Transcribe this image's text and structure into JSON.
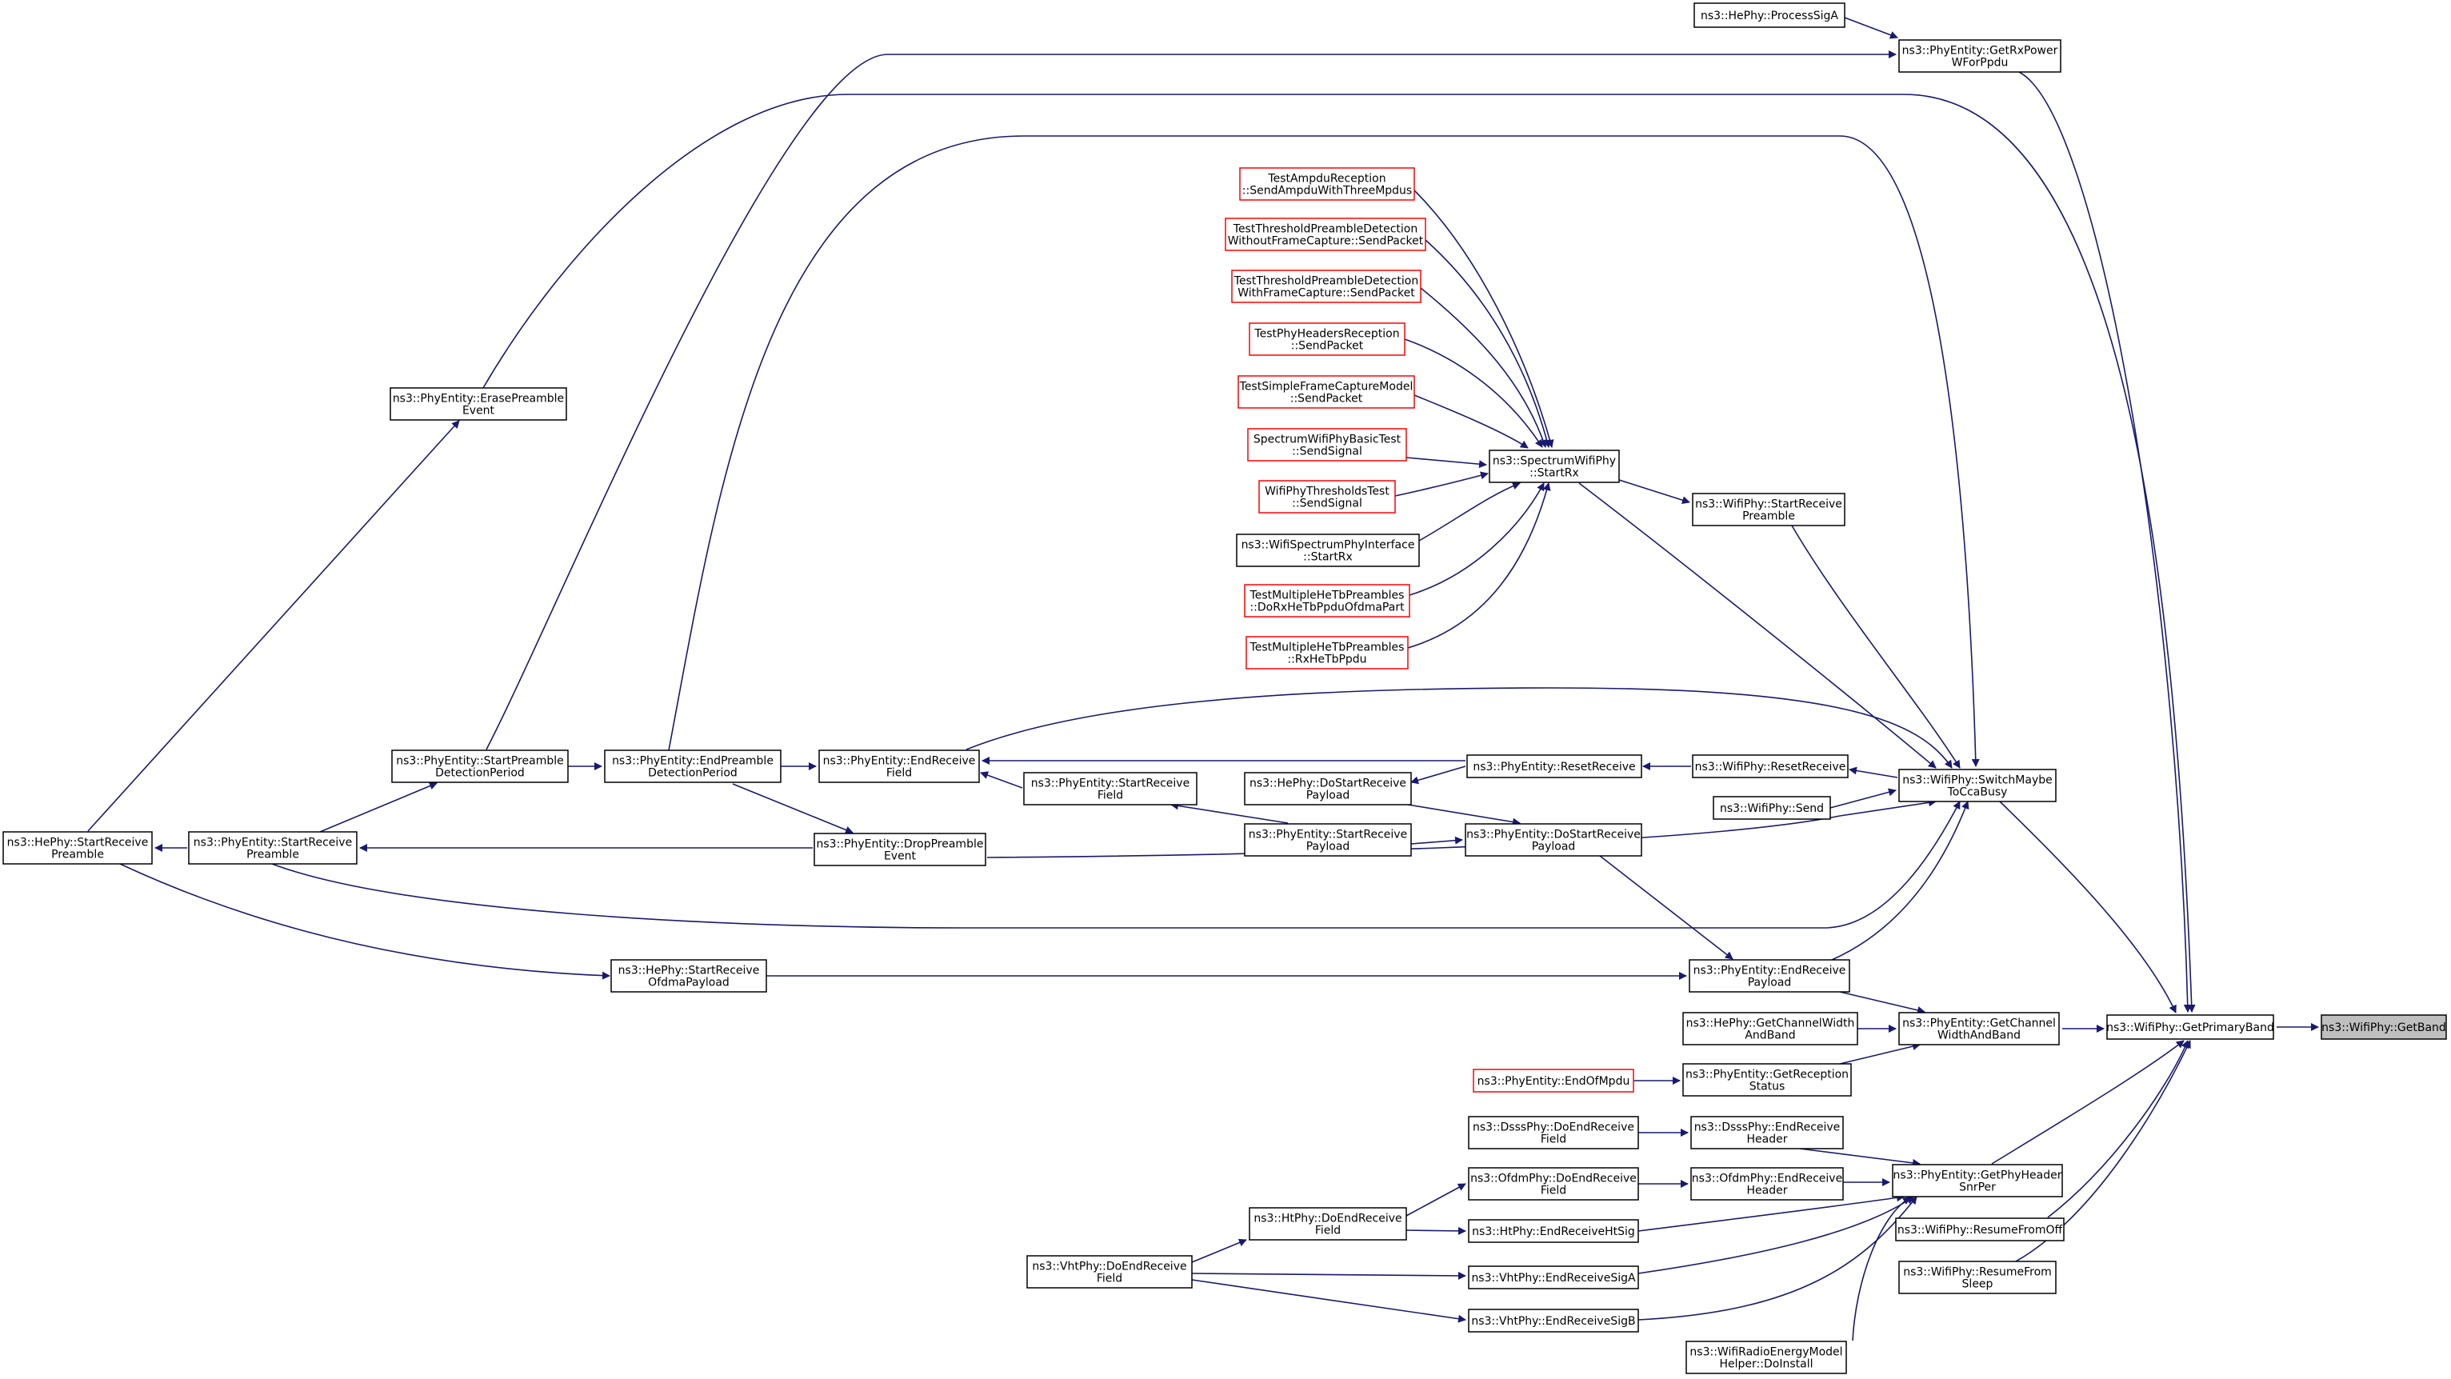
{
  "colors": {
    "edge": "#191970",
    "node_border": "#000000",
    "node_border_external": "#ff0000",
    "focus_fill": "#bfbfbf"
  },
  "nodes": [
    {
      "id": "getband",
      "lines": [
        "ns3::WifiPhy::GetBand"
      ],
      "style": "focus"
    },
    {
      "id": "getprimaryband",
      "lines": [
        "ns3::WifiPhy::GetPrimaryBand"
      ]
    },
    {
      "id": "getrxpower",
      "lines": [
        "ns3::PhyEntity::GetRxPower",
        "WForPpdu"
      ]
    },
    {
      "id": "processsiga",
      "lines": [
        "ns3::HePhy::ProcessSigA"
      ]
    },
    {
      "id": "switchcca",
      "lines": [
        "ns3::WifiPhy::SwitchMaybe",
        "ToCcaBusy"
      ]
    },
    {
      "id": "getchwidthband",
      "lines": [
        "ns3::PhyEntity::GetChannel",
        "WidthAndBand"
      ]
    },
    {
      "id": "getphyhdrsnr",
      "lines": [
        "ns3::PhyEntity::GetPhyHeader",
        "SnrPer"
      ]
    },
    {
      "id": "resumefromoff",
      "lines": [
        "ns3::WifiPhy::ResumeFromOff"
      ]
    },
    {
      "id": "resumefromsleep",
      "lines": [
        "ns3::WifiPhy::ResumeFrom",
        "Sleep"
      ]
    },
    {
      "id": "energydoinstall",
      "lines": [
        "ns3::WifiRadioEnergyModel",
        "Helper::DoInstall"
      ]
    },
    {
      "id": "erasepreamble",
      "lines": [
        "ns3::PhyEntity::ErasePreamble",
        "Event"
      ]
    },
    {
      "id": "hestartrxpreamble",
      "lines": [
        "ns3::HePhy::StartReceive",
        "Preamble"
      ]
    },
    {
      "id": "startpreambledet",
      "lines": [
        "ns3::PhyEntity::StartPreamble",
        "DetectionPeriod"
      ]
    },
    {
      "id": "endpreambledet",
      "lines": [
        "ns3::PhyEntity::EndPreamble",
        "DetectionPeriod"
      ]
    },
    {
      "id": "spectrumstartrx",
      "lines": [
        "ns3::SpectrumWifiPhy",
        "::StartRx"
      ]
    },
    {
      "id": "t_ampdu",
      "lines": [
        "TestAmpduReception",
        "::SendAmpduWithThreeMpdus"
      ],
      "style": "external"
    },
    {
      "id": "t_thr_wo",
      "lines": [
        "TestThresholdPreambleDetection",
        "WithoutFrameCapture::SendPacket"
      ],
      "style": "external"
    },
    {
      "id": "t_thr_w",
      "lines": [
        "TestThresholdPreambleDetection",
        "WithFrameCapture::SendPacket"
      ],
      "style": "external"
    },
    {
      "id": "t_hdrs",
      "lines": [
        "TestPhyHeadersReception",
        "::SendPacket"
      ],
      "style": "external"
    },
    {
      "id": "t_simplecap",
      "lines": [
        "TestSimpleFrameCaptureModel",
        "::SendPacket"
      ],
      "style": "external"
    },
    {
      "id": "t_basic",
      "lines": [
        "SpectrumWifiPhyBasicTest",
        "::SendSignal"
      ],
      "style": "external"
    },
    {
      "id": "t_thresholds",
      "lines": [
        "WifiPhyThresholdsTest",
        "::SendSignal"
      ],
      "style": "external"
    },
    {
      "id": "wifispectrumif",
      "lines": [
        "ns3::WifiSpectrumPhyInterface",
        "::StartRx"
      ]
    },
    {
      "id": "t_multi_ofdma",
      "lines": [
        "TestMultipleHeTbPreambles",
        "::DoRxHeTbPpduOfdmaPart"
      ],
      "style": "external"
    },
    {
      "id": "t_multi_rx",
      "lines": [
        "TestMultipleHeTbPreambles",
        "::RxHeTbPpdu"
      ],
      "style": "external"
    },
    {
      "id": "wifistartrxpreamble",
      "lines": [
        "ns3::WifiPhy::StartReceive",
        "Preamble"
      ]
    },
    {
      "id": "endrxfield",
      "lines": [
        "ns3::PhyEntity::EndReceive",
        "Field"
      ]
    },
    {
      "id": "resetreceive",
      "lines": [
        "ns3::PhyEntity::ResetReceive"
      ]
    },
    {
      "id": "wifiresetreceive",
      "lines": [
        "ns3::WifiPhy::ResetReceive"
      ]
    },
    {
      "id": "wifisend",
      "lines": [
        "ns3::WifiPhy::Send"
      ]
    },
    {
      "id": "startrxfield",
      "lines": [
        "ns3::PhyEntity::StartReceive",
        "Field"
      ]
    },
    {
      "id": "hedostartrxpayload",
      "lines": [
        "ns3::HePhy::DoStartReceive",
        "Payload"
      ]
    },
    {
      "id": "phystartrxpreamble",
      "lines": [
        "ns3::PhyEntity::StartReceive",
        "Preamble"
      ]
    },
    {
      "id": "droppreamble",
      "lines": [
        "ns3::PhyEntity::DropPreamble",
        "Event"
      ]
    },
    {
      "id": "startrxpayload",
      "lines": [
        "ns3::PhyEntity::StartReceive",
        "Payload"
      ]
    },
    {
      "id": "dostartrxpayload",
      "lines": [
        "ns3::PhyEntity::DoStartReceive",
        "Payload"
      ]
    },
    {
      "id": "endrxpayload",
      "lines": [
        "ns3::PhyEntity::EndReceive",
        "Payload"
      ]
    },
    {
      "id": "hestartrxofdma",
      "lines": [
        "ns3::HePhy::StartReceive",
        "OfdmaPayload"
      ]
    },
    {
      "id": "hegetchwidthband",
      "lines": [
        "ns3::HePhy::GetChannelWidth",
        "AndBand"
      ]
    },
    {
      "id": "getrxstatus",
      "lines": [
        "ns3::PhyEntity::GetReception",
        "Status"
      ]
    },
    {
      "id": "endofmpdu",
      "lines": [
        "ns3::PhyEntity::EndOfMpdu"
      ],
      "style": "external"
    },
    {
      "id": "dsssdoendrxfield",
      "lines": [
        "ns3::DsssPhy::DoEndReceive",
        "Field"
      ]
    },
    {
      "id": "dsssendrxheader",
      "lines": [
        "ns3::DsssPhy::EndReceive",
        "Header"
      ]
    },
    {
      "id": "ofdmdoendrxfield",
      "lines": [
        "ns3::OfdmPhy::DoEndReceive",
        "Field"
      ]
    },
    {
      "id": "ofdmendrxheader",
      "lines": [
        "ns3::OfdmPhy::EndReceive",
        "Header"
      ]
    },
    {
      "id": "htdoendrxfield",
      "lines": [
        "ns3::HtPhy::DoEndReceive",
        "Field"
      ]
    },
    {
      "id": "htendrxhtsig",
      "lines": [
        "ns3::HtPhy::EndReceiveHtSig"
      ]
    },
    {
      "id": "vhtdoendrxfield",
      "lines": [
        "ns3::VhtPhy::DoEndReceive",
        "Field"
      ]
    },
    {
      "id": "vhtendrxsiga",
      "lines": [
        "ns3::VhtPhy::EndReceiveSigA"
      ]
    },
    {
      "id": "vhtendrxsigb",
      "lines": [
        "ns3::VhtPhy::EndReceiveSigB"
      ]
    }
  ]
}
